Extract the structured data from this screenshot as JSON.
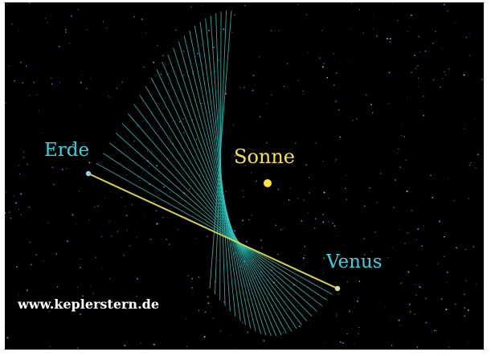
{
  "labels": {
    "earth": "Erde",
    "sun": "Sonne",
    "venus": "Venus",
    "website": "www.keplerstern.de"
  },
  "colors": {
    "background": "#000000",
    "earth_label": "#3ad3e0",
    "venus_label": "#3ad3e0",
    "sun_label": "#f4e24a",
    "sun_dot": "#ffe23a",
    "connection_lines": "#2fc7c0",
    "current_line": "#d6d24a",
    "website_text": "#ffffff",
    "stars": "#8a7cd6"
  },
  "icons": {
    "earth": "earth-dot-icon",
    "sun": "sun-dot-icon",
    "venus": "venus-dot-icon"
  }
}
